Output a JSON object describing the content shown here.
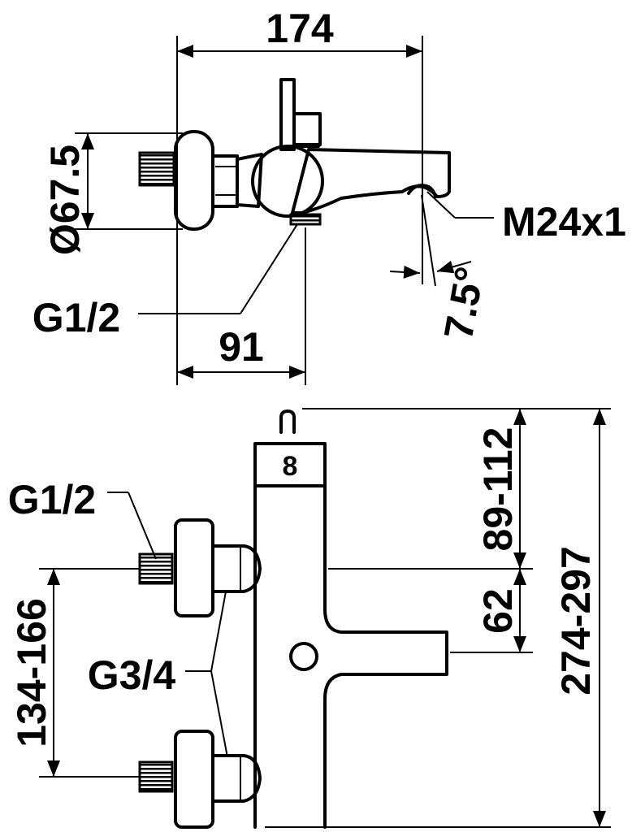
{
  "top_view": {
    "width_label": "174",
    "diameter_label": "Ø67.5",
    "thread_label": "M24x1",
    "angle_label": "7.5°",
    "inlet_label": "G1/2",
    "depth_label": "91"
  },
  "front_view": {
    "inlet_label": "G1/2",
    "connection_label": "G3/4",
    "spacing_label": "134-166",
    "upper_height_label": "89-112",
    "spout_height_label": "62",
    "total_height_label": "274-297",
    "dial_symbol": "8"
  }
}
